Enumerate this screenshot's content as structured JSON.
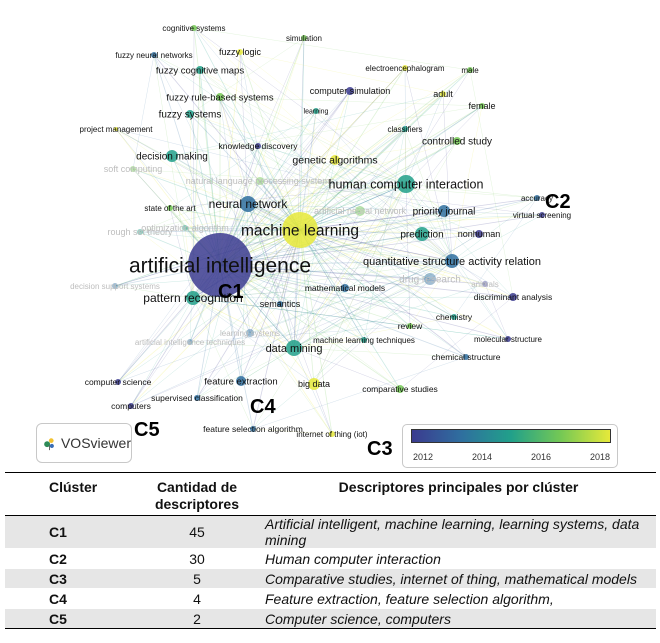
{
  "network": {
    "terms": [
      {
        "text": "cognitive systems"
      },
      {
        "text": "simulation"
      },
      {
        "text": "fuzzy neural networks"
      },
      {
        "text": "fuzzy logic"
      },
      {
        "text": "electroencephalogram"
      },
      {
        "text": "male"
      },
      {
        "text": "fuzzy cognitive maps"
      },
      {
        "text": "computer simulation"
      },
      {
        "text": "adult"
      },
      {
        "text": "fuzzy rule-based systems"
      },
      {
        "text": "female"
      },
      {
        "text": "learning"
      },
      {
        "text": "fuzzy systems"
      },
      {
        "text": "project management"
      },
      {
        "text": "classifiers"
      },
      {
        "text": "controlled study"
      },
      {
        "text": "knowledge discovery"
      },
      {
        "text": "decision making"
      },
      {
        "text": "genetic algorithms"
      },
      {
        "text": "soft computing"
      },
      {
        "text": "natural language processing systems"
      },
      {
        "text": "human computer interaction"
      },
      {
        "text": "accuracy"
      },
      {
        "text": "neural network"
      },
      {
        "text": "state of the art"
      },
      {
        "text": "artificial neural network"
      },
      {
        "text": "priority journal"
      },
      {
        "text": "virtual screening"
      },
      {
        "text": "optimization algorithm"
      },
      {
        "text": "rough set theory"
      },
      {
        "text": "machine learning"
      },
      {
        "text": "nonhuman"
      },
      {
        "text": "prediction"
      },
      {
        "text": "artificial intelligence"
      },
      {
        "text": "quantitative structure activity relation"
      },
      {
        "text": "drug research"
      },
      {
        "text": "decision support systems"
      },
      {
        "text": "animals"
      },
      {
        "text": "mathematical models"
      },
      {
        "text": "pattern recognition"
      },
      {
        "text": "discriminant analysis"
      },
      {
        "text": "semantics"
      },
      {
        "text": "learning systems"
      },
      {
        "text": "chemistry"
      },
      {
        "text": "review"
      },
      {
        "text": "machine learning techniques"
      },
      {
        "text": "molecular structure"
      },
      {
        "text": "artificial intelligence techniques"
      },
      {
        "text": "data mining"
      },
      {
        "text": "chemical structure"
      },
      {
        "text": "computer science"
      },
      {
        "text": "feature extraction"
      },
      {
        "text": "big data"
      },
      {
        "text": "comparative studies"
      },
      {
        "text": "computers"
      },
      {
        "text": "supervised classification"
      },
      {
        "text": "feature selection algorithm"
      },
      {
        "text": "internet of thing (iot)"
      }
    ],
    "cluster_labels": [
      "C1",
      "C2",
      "C3",
      "C4",
      "C5"
    ],
    "logo_text": "VOSviewer",
    "colorscale": {
      "ticks": [
        "2012",
        "2014",
        "2016",
        "2018"
      ],
      "colors": [
        "#3b3b8f",
        "#2f6f9f",
        "#21a08a",
        "#74c855",
        "#e6e93a"
      ]
    }
  },
  "table": {
    "headers": [
      "Clúster",
      "Cantidad de descriptores",
      "Descriptores principales por clúster"
    ],
    "rows": [
      {
        "cluster": "C1",
        "count": "45",
        "desc": "Artificial intelligent, machine learning, learning systems, data mining"
      },
      {
        "cluster": "C2",
        "count": "30",
        "desc": "Human computer interaction"
      },
      {
        "cluster": "C3",
        "count": "5",
        "desc": "Comparative studies, internet of thing, mathematical models"
      },
      {
        "cluster": "C4",
        "count": "4",
        "desc": "Feature extraction, feature selection algorithm,"
      },
      {
        "cluster": "C5",
        "count": "2",
        "desc": "Computer science, computers"
      }
    ]
  }
}
